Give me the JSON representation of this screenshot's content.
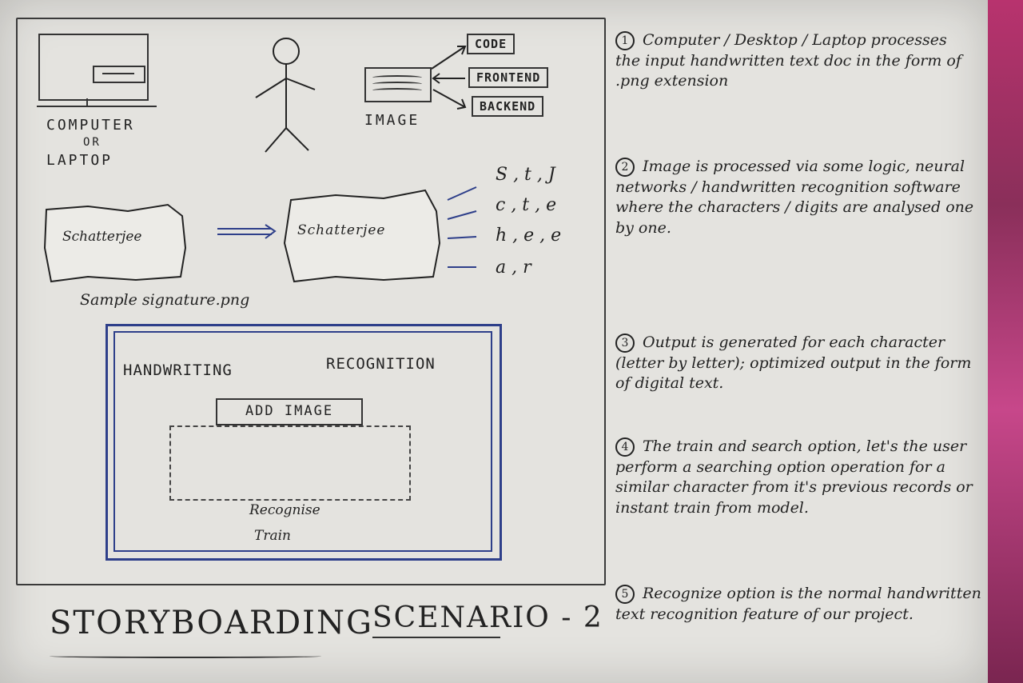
{
  "left": {
    "computer_label_line1": "COMPUTER",
    "computer_label_line2": "OR",
    "computer_label_line3": "LAPTOP",
    "image_label": "IMAGE",
    "outputs": [
      "CODE",
      "FRONTEND",
      "BACKEND"
    ],
    "sample_caption": "Sample signature.png",
    "signature_text": "Schatterjee",
    "char_rows": [
      "S , t , J",
      "c , t , e",
      "h , e , e",
      "a , r"
    ]
  },
  "ui_sketch": {
    "title_left": "HANDWRITING",
    "title_right": "RECOGNITION",
    "add_image": "ADD IMAGE",
    "option_recognise": "Recognise",
    "option_train": "Train"
  },
  "footer": {
    "title": "STORYBOARDING",
    "scenario": "SCENARIO - 2"
  },
  "notes": [
    {
      "num": "1",
      "text": "Computer / Desktop / Laptop processes the input handwritten text doc in the form of .png extension"
    },
    {
      "num": "2",
      "text": "Image is processed via some logic, neural networks / handwritten recognition software where the characters / digits are analysed one by one."
    },
    {
      "num": "3",
      "text": "Output is generated for each character (letter by letter); optimized output in the form of digital text."
    },
    {
      "num": "4",
      "text": "The train and search option, let's the user perform a searching option operation for a similar character from it's previous records or instant train from model."
    },
    {
      "num": "5",
      "text": "Recognize option is the normal handwritten text recognition feature of our project."
    }
  ],
  "colors": {
    "paper": "#e4e3df",
    "ink": "#222222",
    "blue_frame": "#2e3f8a"
  }
}
